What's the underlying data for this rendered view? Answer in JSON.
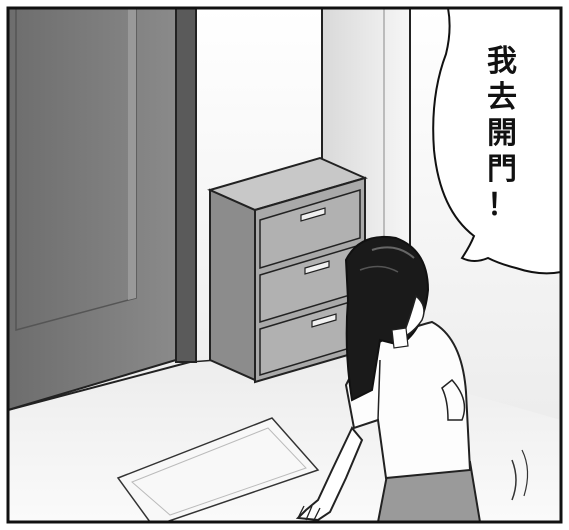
{
  "speech_bubble": {
    "chars": [
      "我",
      "去",
      "開",
      "門",
      "！"
    ]
  },
  "colors": {
    "door": "#7b7b7b",
    "door_frame": "#5c5c5c",
    "cabinet_front": "#a9a9a9",
    "cabinet_side": "#8c8c8c",
    "wall": "#e6e6e6",
    "floor": "#f2f2f2",
    "hair": "#1a1a1a",
    "skirt": "#9a9a9a"
  }
}
